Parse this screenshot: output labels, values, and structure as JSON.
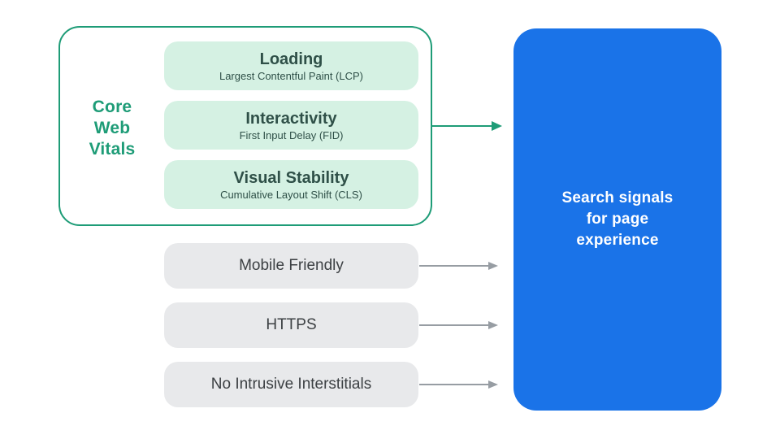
{
  "colors": {
    "green": "#1e9c77",
    "mint": "#d5f1e3",
    "pill-text": "#2f5048",
    "gray-fill": "#e8e9eb",
    "gray-text": "#3c4043",
    "arrow-gray": "#979da3",
    "blue": "#1a73e8",
    "box-text": "#ffffff",
    "canvas-bg": "#ffffff"
  },
  "core_web_vitals": {
    "label": "Core\nWeb\nVitals",
    "items": [
      {
        "title": "Loading",
        "subtitle": "Largest Contentful Paint (LCP)"
      },
      {
        "title": "Interactivity",
        "subtitle": "First Input Delay (FID)"
      },
      {
        "title": "Visual Stability",
        "subtitle": "Cumulative Layout Shift (CLS)"
      }
    ]
  },
  "other_signals": [
    {
      "label": "Mobile Friendly"
    },
    {
      "label": "HTTPS"
    },
    {
      "label": "No Intrusive Interstitials"
    }
  ],
  "result_box": {
    "label": "Search signals\nfor page\nexperience"
  }
}
